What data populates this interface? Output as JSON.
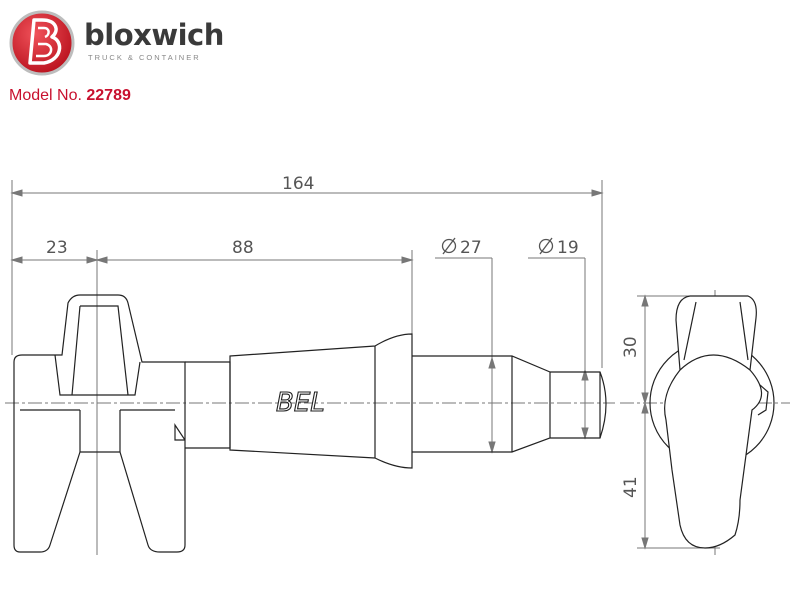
{
  "logo": {
    "brand": "bloxwich",
    "tagline": "TRUCK & CONTAINER",
    "mark_color": "#d3202b"
  },
  "model": {
    "label": "Model No.",
    "number": "22789"
  },
  "dimensions": {
    "overall_length": "164",
    "offset": "23",
    "body_length": "88",
    "diameter_large": "27",
    "diameter_small": "19",
    "height_upper": "30",
    "height_lower": "41"
  },
  "marking": "BEL",
  "colors": {
    "line": "#222222",
    "dim_line": "#777777",
    "accent": "#c8102e"
  }
}
